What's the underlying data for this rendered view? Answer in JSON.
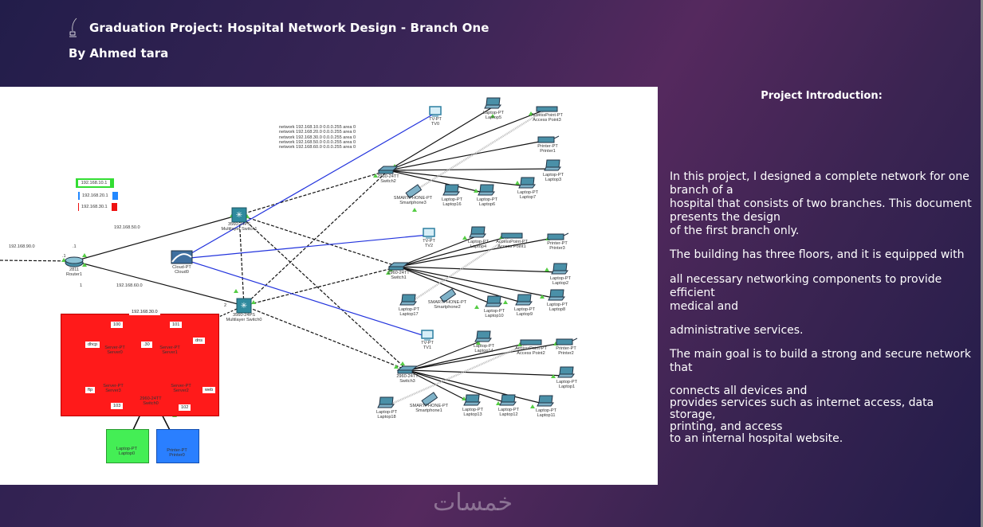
{
  "header": {
    "title": "Graduation Project: Hospital Network Design - Branch One",
    "author": "By Ahmed tara"
  },
  "diagram": {
    "ospf_config": [
      "network 192.168.10.0 0.0.0.255 area 0",
      "network 192.168.20.0 0.0.0.255 area 0",
      "network 192.168.30.0 0.0.0.255 area 0",
      "network 192.168.50.0 0.0.0.255 area 0",
      "network 192.168.60.0 0.0.0.255 area 0"
    ],
    "legend": [
      {
        "label": "192.168.10.1",
        "color": "#33dd33"
      },
      {
        "label": "192.168.20.1",
        "color": "#2288ff"
      },
      {
        "label": "192.168.30.1",
        "color": "#ee1111"
      }
    ],
    "network_labels": {
      "wan": "192.168.90.0",
      "net50": "192.168.50.0",
      "net60": "192.168.60.0",
      "dot1_top": ".1",
      "dot1_left": ".1",
      "one": "1",
      "two": "2",
      "server_net": "192.168.30.0"
    },
    "server_tags": {
      "t100": "100",
      "t101": "101",
      "t102": "102",
      "t103": "103",
      "dot30": ".30",
      "dhcp": "dhcp",
      "dns": "dns",
      "ftp": "ftp",
      "web": "web"
    },
    "devices": {
      "router1": [
        "2811",
        "Router1"
      ],
      "cloud0": [
        "Cloud-PT",
        "Cloud0"
      ],
      "mls1": [
        "3560-24PS",
        "Multilayer Switch1"
      ],
      "mls0": [
        "3560-24PS",
        "Multilayer Switch0"
      ],
      "server0": [
        "Server-PT",
        "Server0"
      ],
      "server1": [
        "Server-PT",
        "Server1"
      ],
      "server2": [
        "Server-PT",
        "Server2"
      ],
      "server3": [
        "Server-PT",
        "Server3"
      ],
      "switch0": [
        "2960-24TT",
        "Switch0"
      ],
      "laptop0": [
        "Laptop-PT",
        "Laptop0"
      ],
      "printer0": [
        "Printer-PT",
        "Printer0"
      ],
      "switch2": [
        "2960-24TT",
        "Switch2"
      ],
      "tv0": [
        "TV-PT",
        "TV0"
      ],
      "laptop5": [
        "Laptop-PT",
        "Laptop5"
      ],
      "ap3": [
        "AccessPoint-PT",
        "Access Point3"
      ],
      "printer1": [
        "Printer-PT",
        "Printer1"
      ],
      "laptop3": [
        "Laptop-PT",
        "Laptop3"
      ],
      "laptop7": [
        "Laptop-PT",
        "Laptop7"
      ],
      "laptop6": [
        "Laptop-PT",
        "Laptop6"
      ],
      "laptop16": [
        "Laptop-PT",
        "Laptop16"
      ],
      "smartphone3": [
        "SMARTPHONE-PT",
        "Smartphone3"
      ],
      "switch1": [
        "2960-24TT",
        "Switch1"
      ],
      "tv2": [
        "TV-PT",
        "TV2"
      ],
      "laptop4": [
        "Laptop-PT",
        "Laptop4"
      ],
      "ap1": [
        "AccessPoint-PT",
        "Access Point1"
      ],
      "printer3": [
        "Printer-PT",
        "Printer3"
      ],
      "laptop2": [
        "Laptop-PT",
        "Laptop2"
      ],
      "laptop8": [
        "Laptop-PT",
        "Laptop8"
      ],
      "laptop9": [
        "Laptop-PT",
        "Laptop9"
      ],
      "laptop10": [
        "Laptop-PT",
        "Laptop10"
      ],
      "smartphone2": [
        "SMARTPHONE-PT",
        "Smartphone2"
      ],
      "laptop17": [
        "Laptop-PT",
        "Laptop17"
      ],
      "switch3": [
        "2960-24TT",
        "Switch3"
      ],
      "tv1": [
        "TV-PT",
        "TV1"
      ],
      "laptop14": [
        "Laptop-PT",
        "Laptop14"
      ],
      "ap2": [
        "AccessPoint-PT",
        "Access Point2"
      ],
      "printer2": [
        "Printer-PT",
        "Printer2"
      ],
      "laptop1": [
        "Laptop-PT",
        "Laptop1"
      ],
      "laptop11": [
        "Laptop-PT",
        "Laptop11"
      ],
      "laptop12": [
        "Laptop-PT",
        "Laptop12"
      ],
      "laptop13": [
        "Laptop-PT",
        "Laptop13"
      ],
      "smartphone1": [
        "SMARTPHONE-PT",
        "Smartphone1"
      ],
      "laptop18": [
        "Laptop-PT",
        "Laptop18"
      ]
    },
    "colors": {
      "server_zone": "#ff1a1a",
      "laptop_zone": "#44ee55",
      "printer_zone": "#2a7fff",
      "device": "#4a90a8",
      "link": "#111111",
      "cloud_link": "#2233dd",
      "port_up": "#55cc44"
    }
  },
  "intro": {
    "title": "Project Introduction:",
    "paragraphs": [
      [
        "In this project, I designed a complete network for one",
        "branch of a"
      ],
      [
        "hospital that consists of two branches. This document",
        "presents the design"
      ],
      [
        "of the first branch only."
      ],
      [
        "The building has three floors, and it is equipped with"
      ],
      [
        "all necessary networking components to provide efficient",
        "medical and"
      ],
      [
        "administrative services."
      ],
      [
        "The main goal is to build a strong and secure network",
        "that"
      ]
    ],
    "closing": [
      "connects all devices and",
      "provides services such as internet access, data storage,",
      "printing, and access",
      "to an internal hospital website."
    ]
  },
  "footer": {
    "watermark": "خمسات"
  }
}
